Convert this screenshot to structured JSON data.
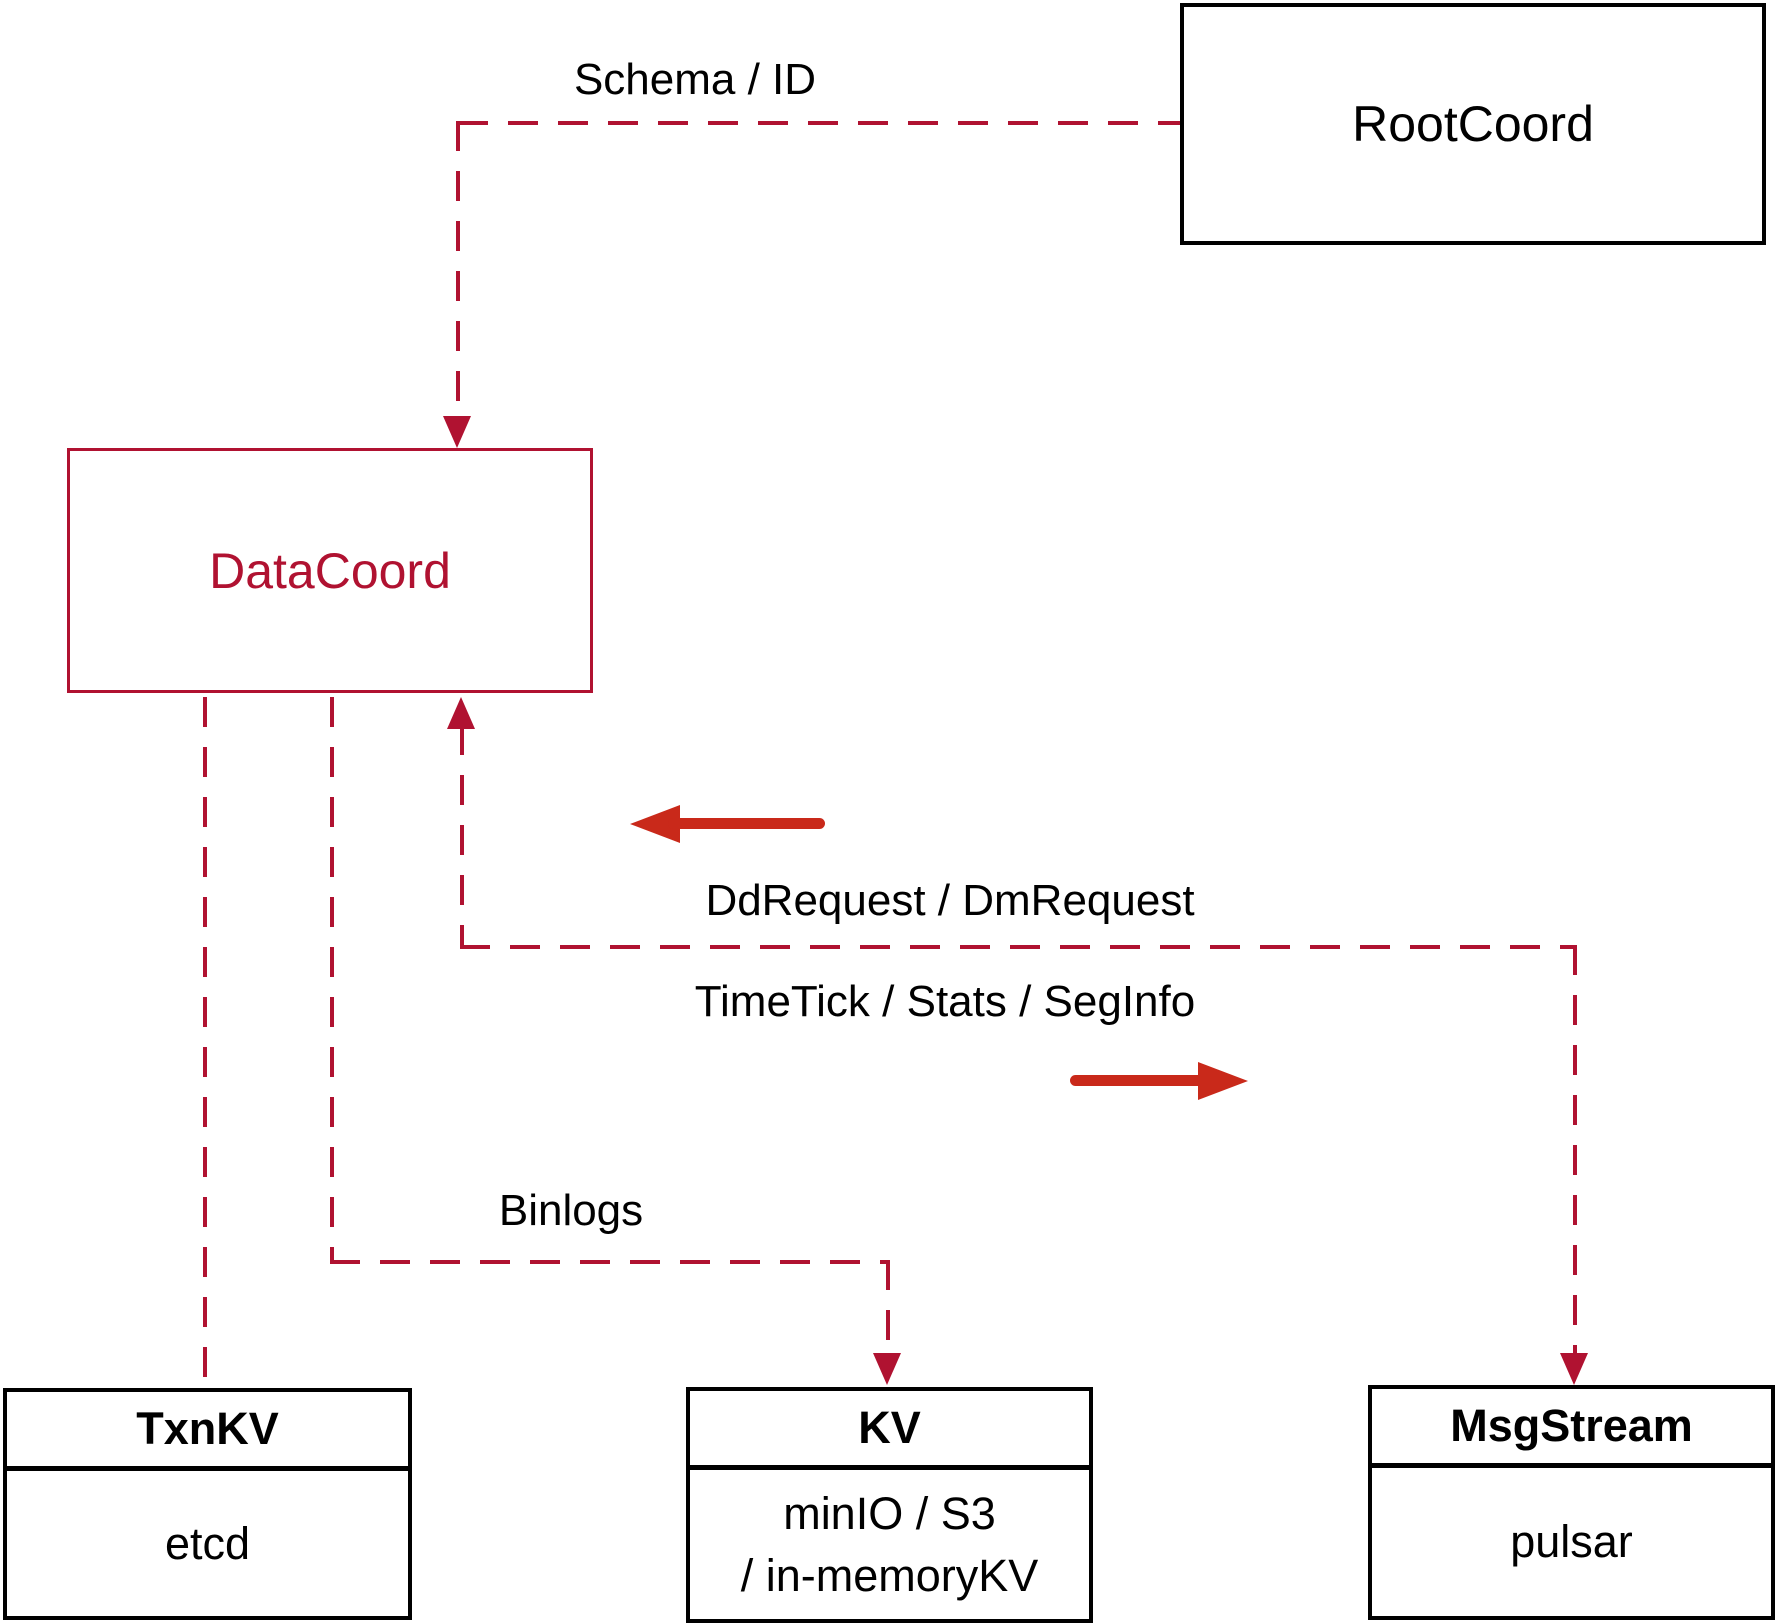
{
  "colors": {
    "dashed_line_red": "#b01231",
    "solid_arrow_red": "#c9291a",
    "box_border_black": "#000000",
    "background": "#ffffff"
  },
  "nodes": {
    "rootcoord": {
      "label": "RootCoord"
    },
    "datacoord": {
      "label": "DataCoord"
    },
    "txnkv": {
      "title": "TxnKV",
      "body": "etcd"
    },
    "kv": {
      "title": "KV",
      "body_line1": "minIO / S3",
      "body_line2": "/ in-memoryKV"
    },
    "msgstream": {
      "title": "MsgStream",
      "body": "pulsar"
    }
  },
  "edges": {
    "schema_id": {
      "label": "Schema / ID"
    },
    "dd_dm": {
      "label": "DdRequest / DmRequest"
    },
    "timetick": {
      "label": "TimeTick / Stats / SegInfo"
    },
    "binlogs": {
      "label": "Binlogs"
    }
  }
}
